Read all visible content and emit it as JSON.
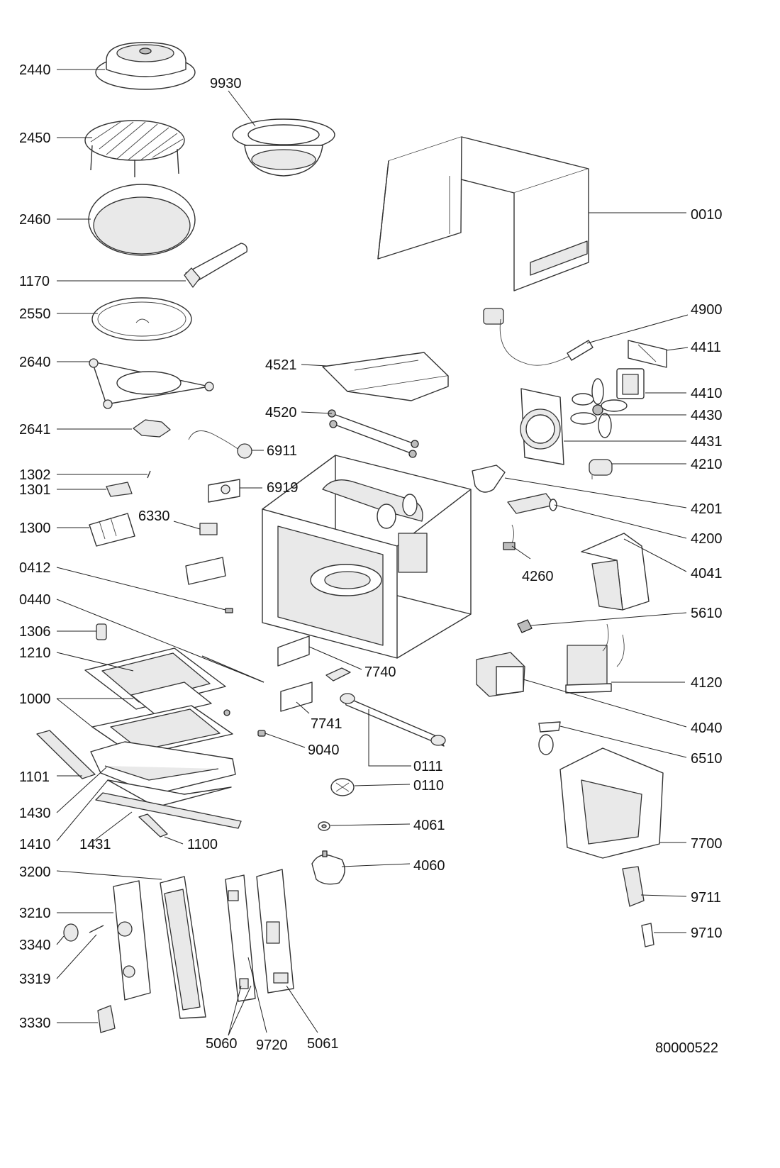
{
  "diagram": {
    "document_number": "80000522",
    "parts": [
      {
        "id": "p2440",
        "number": "2440"
      },
      {
        "id": "p9930",
        "number": "9930"
      },
      {
        "id": "p2450",
        "number": "2450"
      },
      {
        "id": "p0010",
        "number": "0010"
      },
      {
        "id": "p2460",
        "number": "2460"
      },
      {
        "id": "p1170",
        "number": "1170"
      },
      {
        "id": "p2550",
        "number": "2550"
      },
      {
        "id": "p4900",
        "number": "4900"
      },
      {
        "id": "p4411",
        "number": "4411"
      },
      {
        "id": "p2640",
        "number": "2640"
      },
      {
        "id": "p4521",
        "number": "4521"
      },
      {
        "id": "p4410",
        "number": "4410"
      },
      {
        "id": "p4520",
        "number": "4520"
      },
      {
        "id": "p4430",
        "number": "4430"
      },
      {
        "id": "p2641",
        "number": "2641"
      },
      {
        "id": "p4431",
        "number": "4431"
      },
      {
        "id": "p6911",
        "number": "6911"
      },
      {
        "id": "p4210",
        "number": "4210"
      },
      {
        "id": "p1302",
        "number": "1302"
      },
      {
        "id": "p1301",
        "number": "1301"
      },
      {
        "id": "p6919",
        "number": "6919"
      },
      {
        "id": "p4201",
        "number": "4201"
      },
      {
        "id": "p1300",
        "number": "1300"
      },
      {
        "id": "p6330",
        "number": "6330"
      },
      {
        "id": "p4200",
        "number": "4200"
      },
      {
        "id": "p0412",
        "number": "0412"
      },
      {
        "id": "p4260",
        "number": "4260"
      },
      {
        "id": "p4041",
        "number": "4041"
      },
      {
        "id": "p0440",
        "number": "0440"
      },
      {
        "id": "p5610",
        "number": "5610"
      },
      {
        "id": "p1306",
        "number": "1306"
      },
      {
        "id": "p1210",
        "number": "1210"
      },
      {
        "id": "p7740",
        "number": "7740"
      },
      {
        "id": "p4120",
        "number": "4120"
      },
      {
        "id": "p1000",
        "number": "1000"
      },
      {
        "id": "p7741",
        "number": "7741"
      },
      {
        "id": "p4040",
        "number": "4040"
      },
      {
        "id": "p9040",
        "number": "9040"
      },
      {
        "id": "p6510",
        "number": "6510"
      },
      {
        "id": "p1101",
        "number": "1101"
      },
      {
        "id": "p0111",
        "number": "0111"
      },
      {
        "id": "p0110",
        "number": "0110"
      },
      {
        "id": "p7700",
        "number": "7700"
      },
      {
        "id": "p1430",
        "number": "1430"
      },
      {
        "id": "p1410",
        "number": "1410"
      },
      {
        "id": "p1431",
        "number": "1431"
      },
      {
        "id": "p1100",
        "number": "1100"
      },
      {
        "id": "p4061",
        "number": "4061"
      },
      {
        "id": "p3200",
        "number": "3200"
      },
      {
        "id": "p4060",
        "number": "4060"
      },
      {
        "id": "p3210",
        "number": "3210"
      },
      {
        "id": "p9711",
        "number": "9711"
      },
      {
        "id": "p3340",
        "number": "3340"
      },
      {
        "id": "p9710",
        "number": "9710"
      },
      {
        "id": "p3319",
        "number": "3319"
      },
      {
        "id": "p3330",
        "number": "3330"
      },
      {
        "id": "p5060",
        "number": "5060"
      },
      {
        "id": "p9720",
        "number": "9720"
      },
      {
        "id": "p5061",
        "number": "5061"
      }
    ]
  }
}
